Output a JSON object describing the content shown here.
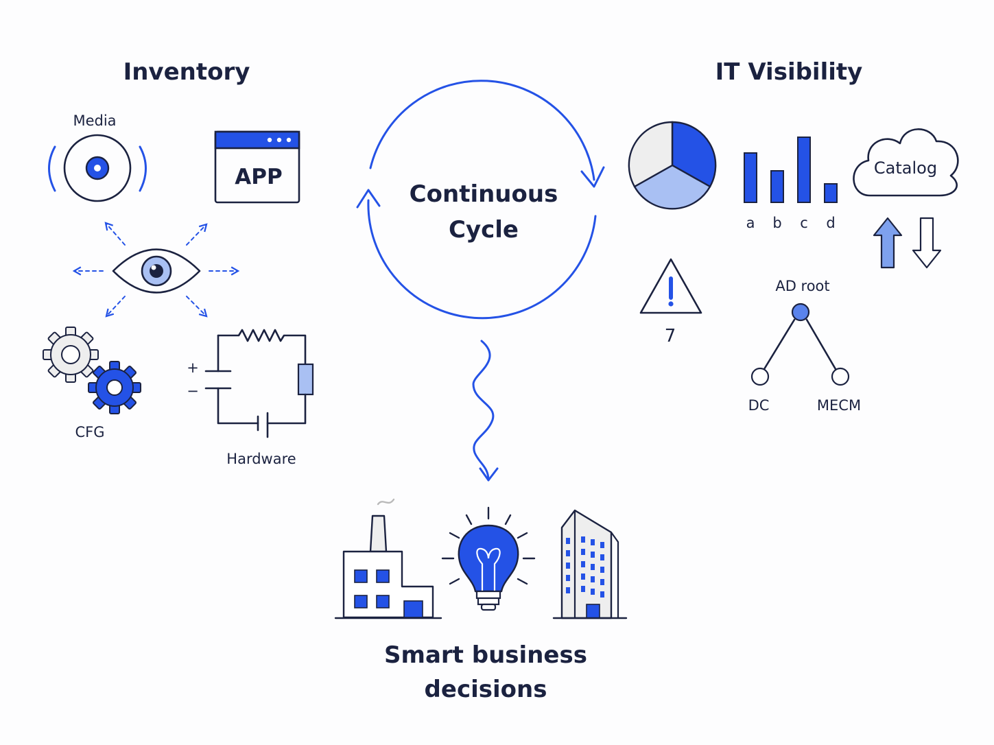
{
  "headings": {
    "inventory": "Inventory",
    "it_visibility": "IT Visibility",
    "cycle_line1": "Continuous",
    "cycle_line2": "Cycle",
    "decisions_line1": "Smart business",
    "decisions_line2": "decisions"
  },
  "inventory": {
    "media_label": "Media",
    "app_label": "APP",
    "cfg_label": "CFG",
    "hardware_label": "Hardware",
    "plus_sign": "+",
    "minus_sign": "−"
  },
  "visibility": {
    "bar_labels": [
      "a",
      "b",
      "c",
      "d"
    ],
    "bar_values": [
      0.72,
      0.46,
      0.95,
      0.27
    ],
    "pie_shares": [
      0.333,
      0.333,
      0.334
    ],
    "catalog_label": "Catalog",
    "alert_count": "7",
    "tree_root": "AD root",
    "tree_left": "DC",
    "tree_right": "MECM"
  },
  "icons": {
    "media": "disc-icon",
    "app": "app-window-icon",
    "eye": "eye-icon",
    "gears": "gears-icon",
    "circuit": "circuit-icon",
    "pie": "pie-chart-icon",
    "bars": "bar-chart-icon",
    "cloud": "cloud-icon",
    "sync": "up-down-arrows-icon",
    "warning": "warning-icon",
    "tree": "tree-icon",
    "factory": "factory-icon",
    "bulb": "lightbulb-icon",
    "building": "office-building-icon"
  },
  "colors": {
    "accent": "#2452e6",
    "accent_light": "#a9c0f3",
    "ink": "#1b2240",
    "gear_grey": "#eeeeee"
  }
}
